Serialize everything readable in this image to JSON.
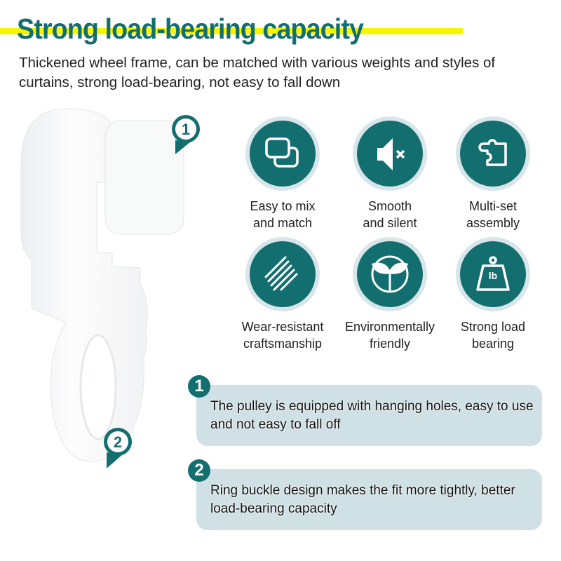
{
  "header": {
    "title": "Strong load-bearing capacity",
    "subtitle": "Thickened wheel frame, can be matched with various weights and styles of curtains, strong load-bearing, not easy to fall down"
  },
  "features": [
    {
      "icon": "overlapping-squares-icon",
      "line1": "Easy to mix",
      "line2": "and match"
    },
    {
      "icon": "speaker-mute-icon",
      "line1": "Smooth",
      "line2": "and silent"
    },
    {
      "icon": "puzzle-icon",
      "line1": "Multi-set",
      "line2": "assembly"
    },
    {
      "icon": "diagonal-lines-icon",
      "line1": "Wear-resistant",
      "line2": "craftsmanship"
    },
    {
      "icon": "leaf-sprout-icon",
      "line1": "Environmentally",
      "line2": "friendly"
    },
    {
      "icon": "weight-lb-icon",
      "line1": "Strong load",
      "line2": "bearing",
      "weight_unit": "lb"
    }
  ],
  "markers": [
    "1",
    "2"
  ],
  "notes": [
    {
      "number": "1",
      "text": "The pulley is equipped with hanging holes, easy to use and not easy to fall off"
    },
    {
      "number": "2",
      "text": "Ring buckle design makes the fit more tightly, better load-bearing capacity"
    }
  ],
  "colors": {
    "teal": "#136e70",
    "highlight": "#f5f500",
    "note_bg": "#cfe1e5"
  }
}
